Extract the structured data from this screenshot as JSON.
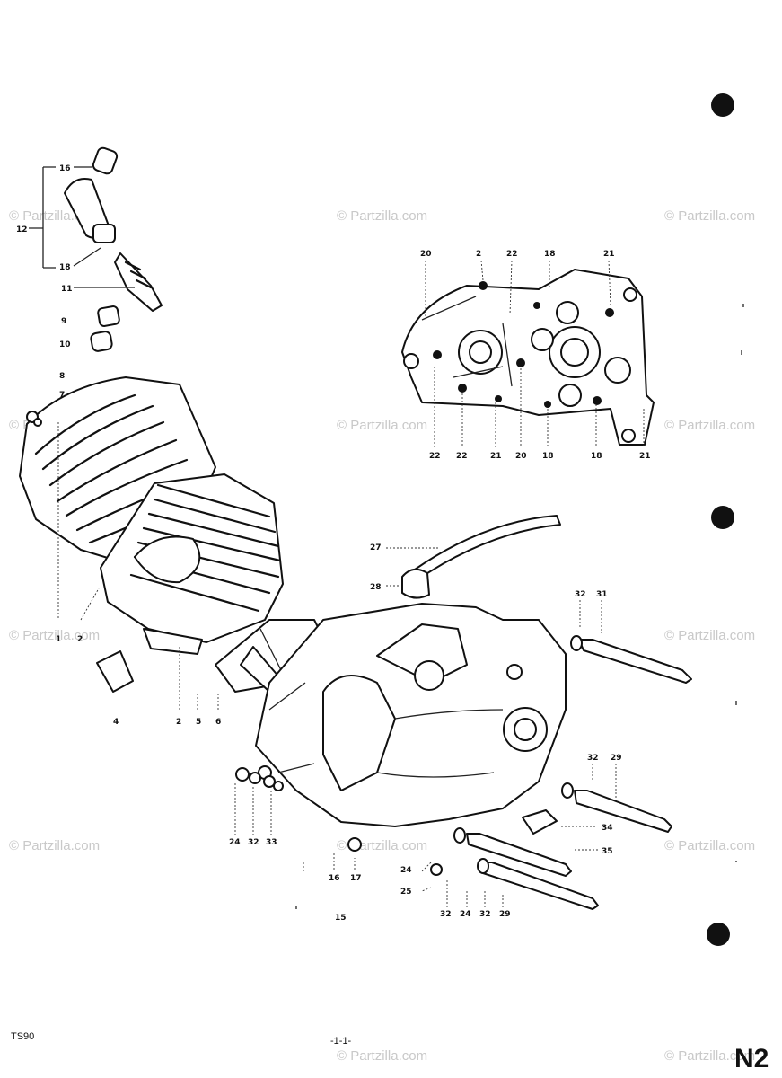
{
  "watermark_text": "© Partzilla.com",
  "footer": {
    "model": "TS90",
    "page": "-1-1-",
    "plate": "N2"
  },
  "labels": {
    "n16": "16",
    "n12": "12",
    "n18": "18",
    "n11": "11",
    "n9": "9",
    "n10": "10",
    "n8": "8",
    "n7": "7",
    "n1": "1",
    "n2a": "2",
    "n4": "4",
    "n2b": "2",
    "n5": "5",
    "n6": "6",
    "t20a": "20",
    "t2": "2",
    "t22": "22",
    "t18": "18",
    "t21": "21",
    "b22a": "22",
    "b22b": "22",
    "b21": "21",
    "b20": "20",
    "b18a": "18",
    "b18b": "18",
    "b21b": "21",
    "n27": "27",
    "n28": "28",
    "n32a": "32",
    "n31": "31",
    "n32b": "32",
    "n29": "29",
    "n34": "34",
    "n35": "35",
    "n24a": "24",
    "n32c": "32",
    "n33": "33",
    "n16b": "16",
    "n17": "17",
    "n15": "15",
    "n24b": "24",
    "n25": "25",
    "n32d": "32",
    "n24c": "24",
    "n32e": "32",
    "n29b": "29"
  }
}
